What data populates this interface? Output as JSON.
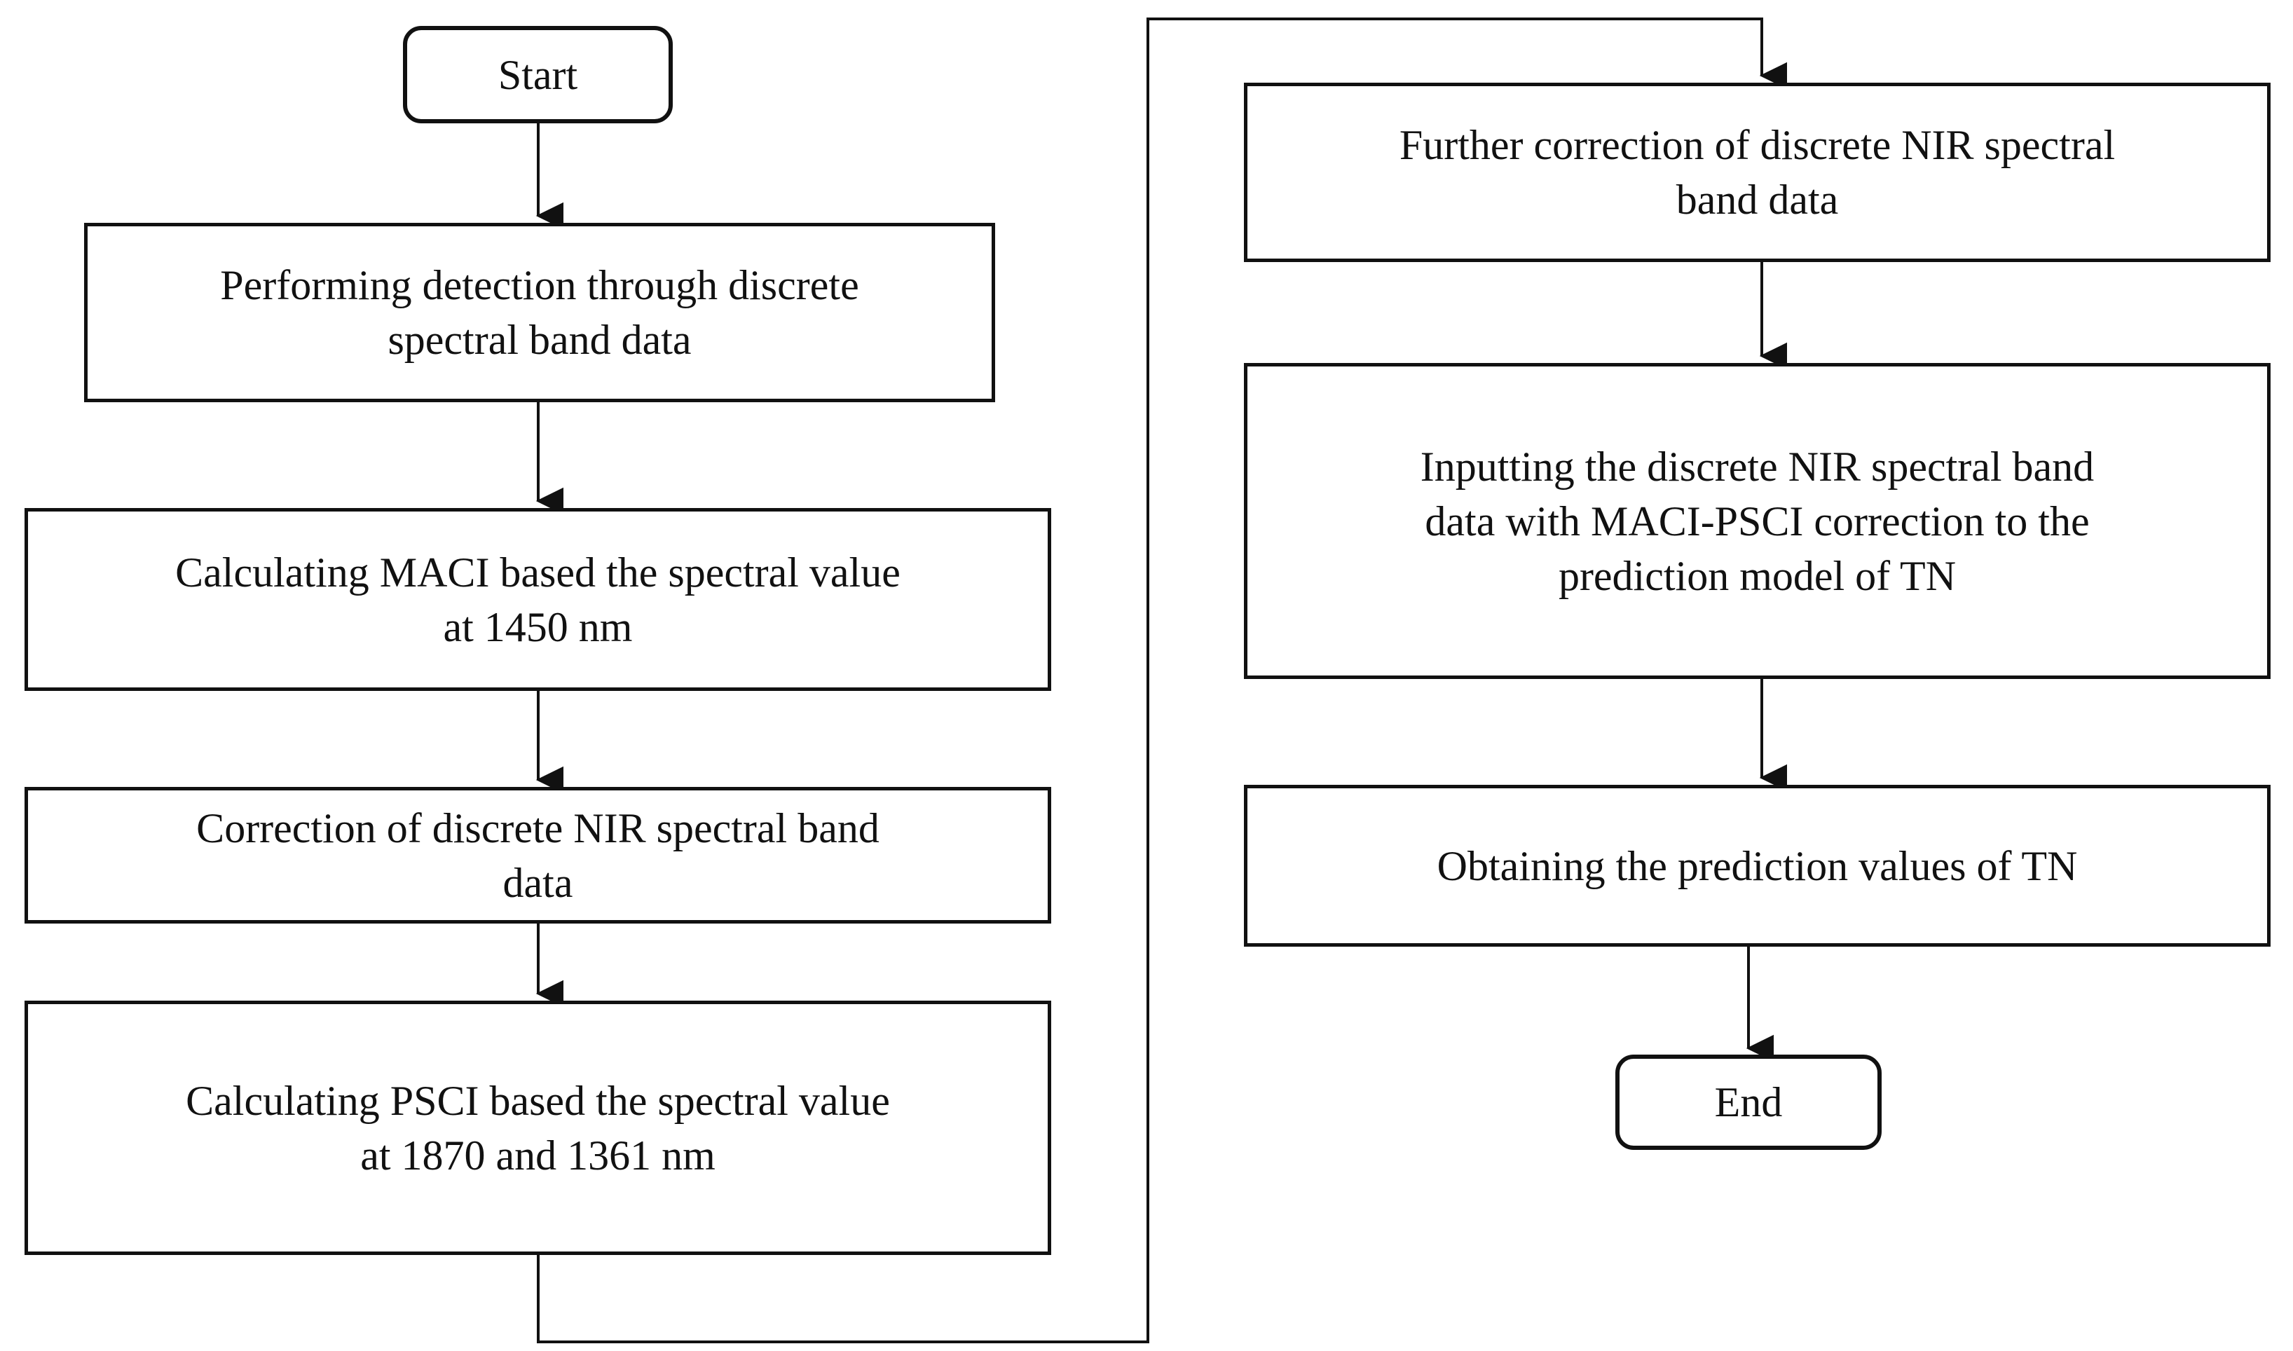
{
  "diagram": {
    "title": "NIR spectral band TN prediction flowchart",
    "stroke_color": "#111111",
    "background_color": "#ffffff",
    "nodes": [
      {
        "id": "start",
        "shape": "terminator",
        "label": "Start"
      },
      {
        "id": "performing-detection",
        "shape": "process",
        "label": "Performing detection through discrete\nspectral band data"
      },
      {
        "id": "calculating-maci",
        "shape": "process",
        "label": "Calculating MACI based the spectral value\nat 1450 nm"
      },
      {
        "id": "correction-nir",
        "shape": "process",
        "label": "Correction of discrete NIR spectral band\ndata"
      },
      {
        "id": "calculating-psci",
        "shape": "process",
        "label": "Calculating PSCI based the spectral value\nat  1870 and 1361 nm"
      },
      {
        "id": "further-correction",
        "shape": "process",
        "label": "Further correction of discrete NIR spectral\nband data"
      },
      {
        "id": "inputting-model",
        "shape": "process",
        "label": "Inputting the discrete NIR spectral band\ndata with MACI-PSCI correction to the\nprediction model of TN"
      },
      {
        "id": "obtaining-prediction",
        "shape": "process",
        "label": "Obtaining the prediction values of TN"
      },
      {
        "id": "end",
        "shape": "terminator",
        "label": "End"
      }
    ],
    "edges": [
      {
        "id": "start-to-performing-detection",
        "from": "start",
        "to": "performing-detection",
        "type": "straight-down",
        "arrow": true
      },
      {
        "id": "performing-detection-to-calculating-maci",
        "from": "performing-detection",
        "to": "calculating-maci",
        "type": "straight-down",
        "arrow": true
      },
      {
        "id": "calculating-maci-to-correction-nir",
        "from": "calculating-maci",
        "to": "correction-nir",
        "type": "straight-down",
        "arrow": true
      },
      {
        "id": "correction-nir-to-calculating-psci",
        "from": "correction-nir",
        "to": "calculating-psci",
        "type": "straight-down",
        "arrow": true
      },
      {
        "id": "calculating-psci-to-further-correction",
        "from": "calculating-psci",
        "to": "further-correction",
        "type": "orthogonal-wrap",
        "arrow": true
      },
      {
        "id": "further-correction-to-inputting-model",
        "from": "further-correction",
        "to": "inputting-model",
        "type": "straight-down",
        "arrow": true
      },
      {
        "id": "inputting-model-to-obtaining-prediction",
        "from": "inputting-model",
        "to": "obtaining-prediction",
        "type": "straight-down",
        "arrow": true
      },
      {
        "id": "obtaining-prediction-to-end",
        "from": "obtaining-prediction",
        "to": "end",
        "type": "straight-down",
        "arrow": true
      }
    ]
  }
}
